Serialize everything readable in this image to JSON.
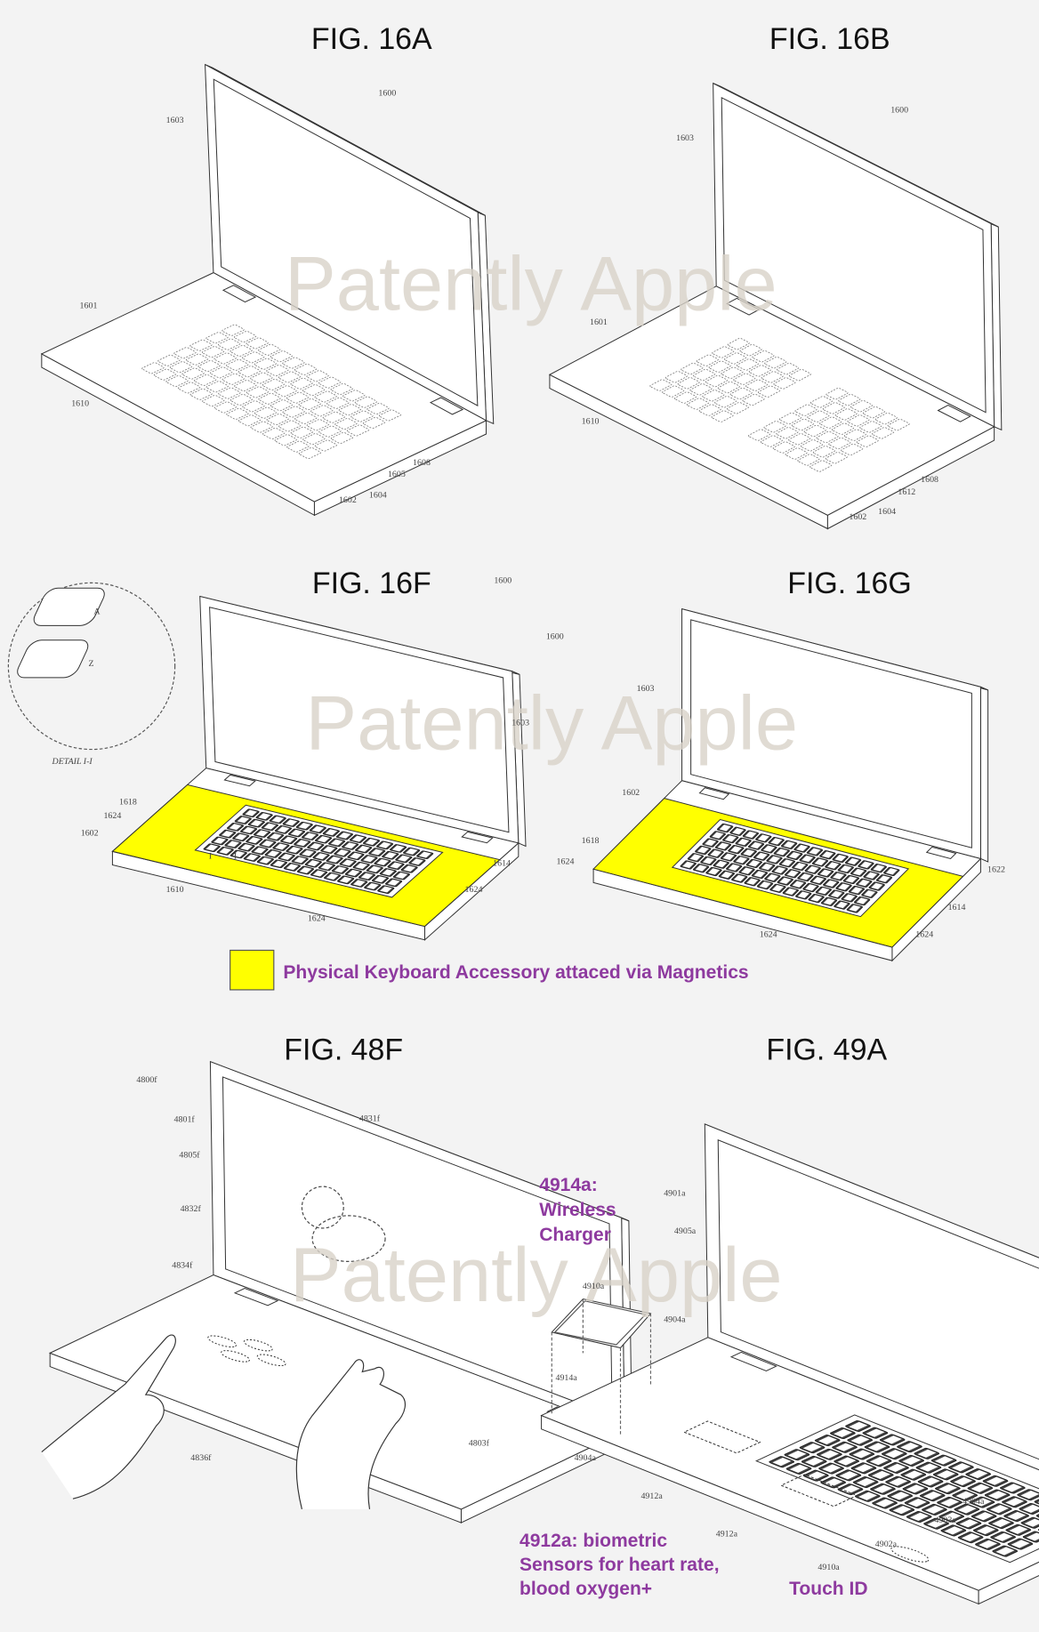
{
  "watermark": "Patently Apple",
  "colors": {
    "accessory_highlight": "#ffff00",
    "annotation": "#8e3a9f",
    "background": "#f3f3f3"
  },
  "figures": [
    {
      "id": "16A",
      "title": "FIG. 16A",
      "refs": [
        "1600",
        "1603",
        "1601",
        "1610",
        "1608",
        "1605",
        "1604",
        "1602"
      ]
    },
    {
      "id": "16B",
      "title": "FIG. 16B",
      "refs": [
        "1600",
        "1603",
        "1601",
        "1610",
        "1612",
        "1608",
        "1604",
        "1602"
      ]
    },
    {
      "id": "16F",
      "title": "FIG. 16F",
      "detail_label": "DETAIL I-I",
      "detail_keys": [
        "A",
        "Z"
      ],
      "refs": [
        "1600",
        "1603",
        "1618",
        "1624",
        "1602",
        "1610",
        "1624",
        "1614",
        "1624",
        "I",
        "I"
      ]
    },
    {
      "id": "16G",
      "title": "FIG. 16G",
      "refs": [
        "1600",
        "1603",
        "1602",
        "1618",
        "1624",
        "1624",
        "1622",
        "1614",
        "1624"
      ]
    },
    {
      "id": "48F",
      "title": "FIG. 48F",
      "refs": [
        "4800f",
        "4801f",
        "4805f",
        "4831f",
        "4832f",
        "4834f",
        "4836f",
        "4803f"
      ]
    },
    {
      "id": "49A",
      "title": "FIG. 49A",
      "refs": [
        "4901a",
        "4905a",
        "4910a",
        "4904a",
        "4914a",
        "4904a",
        "4912a",
        "4912a",
        "4904a",
        "4903a",
        "4902a",
        "4910a"
      ]
    }
  ],
  "legend": {
    "label": "Physical Keyboard Accessory attaced via Magnetics",
    "swatch_color": "#ffff00"
  },
  "annotations": {
    "wireless_charger": [
      "4914a:",
      "Wireless",
      "Charger"
    ],
    "biometric": [
      "4912a: biometric",
      "Sensors for heart rate,",
      "blood oxygen+"
    ],
    "touch_id": "Touch ID"
  }
}
